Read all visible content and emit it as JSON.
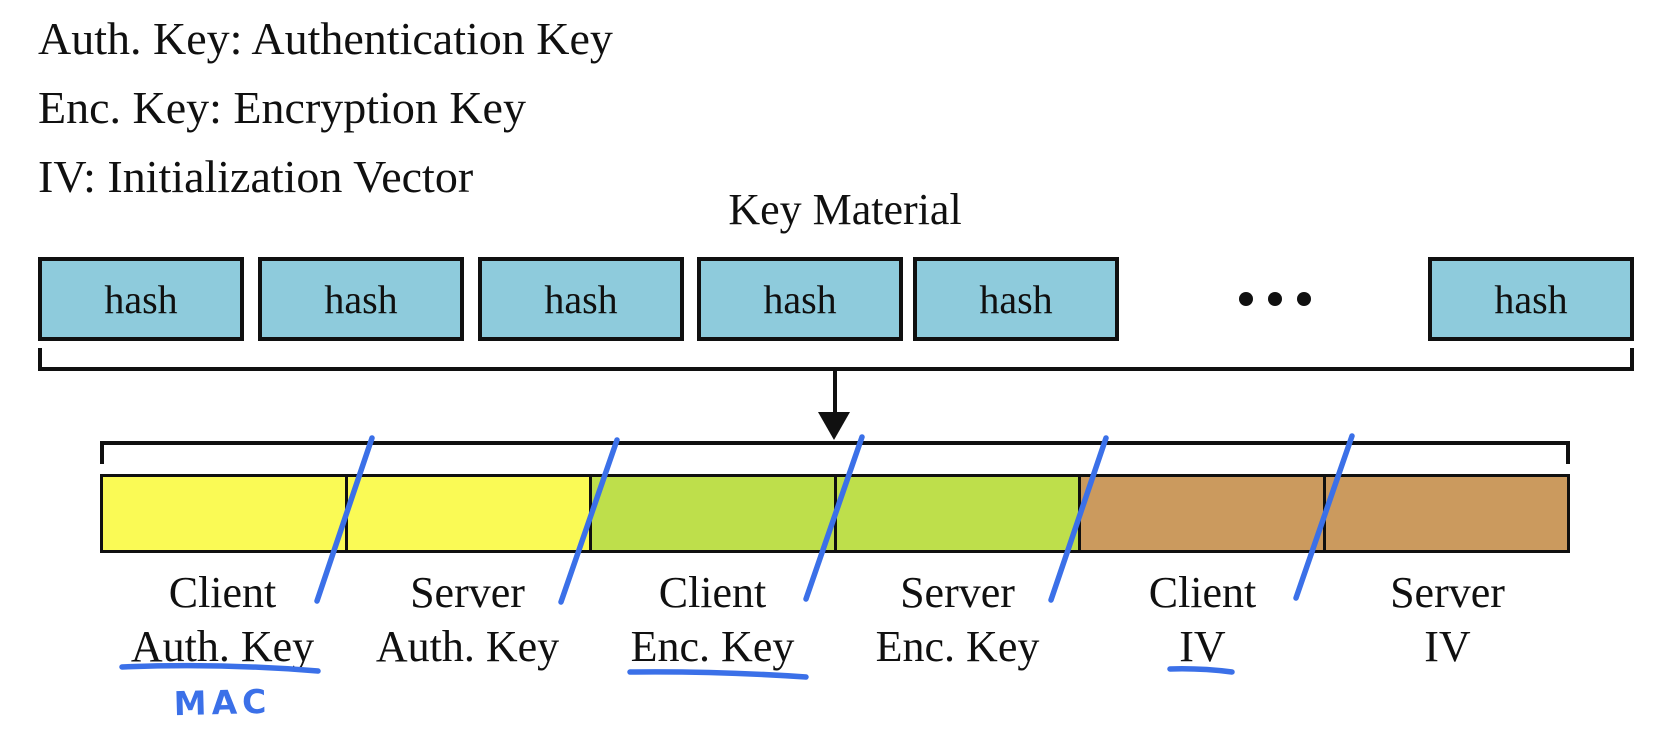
{
  "colors": {
    "background": "#FFFFFF",
    "ink": "#101010",
    "hash_box_fill": "#8ECBDC",
    "auth_key_yellow": "#FAFA55",
    "enc_key_green": "#BEDF4B",
    "iv_tan": "#CB9A5E",
    "annotation_blue": "#3B70E8"
  },
  "legend": {
    "lines": [
      "Auth. Key: Authentication Key",
      "Enc. Key: Encryption Key",
      "IV: Initialization Vector"
    ]
  },
  "diagram": {
    "key_material_label": "Key Material",
    "hash_row": {
      "boxes": [
        "hash",
        "hash",
        "hash",
        "hash",
        "hash",
        "hash"
      ],
      "ellipsis": "•••"
    },
    "key_bar": {
      "segments": [
        {
          "line1": "Client",
          "line2": "Auth. Key",
          "fill": "#FAFA55",
          "underlined_in_blue": true
        },
        {
          "line1": "Server",
          "line2": "Auth. Key",
          "fill": "#FAFA55",
          "underlined_in_blue": false
        },
        {
          "line1": "Client",
          "line2": "Enc. Key",
          "fill": "#BEDF4B",
          "underlined_in_blue": true
        },
        {
          "line1": "Server",
          "line2": "Enc. Key",
          "fill": "#BEDF4B",
          "underlined_in_blue": false
        },
        {
          "line1": "Client",
          "line2": "IV",
          "fill": "#CB9A5E",
          "underlined_in_blue": true
        },
        {
          "line1": "Server",
          "line2": "IV",
          "fill": "#CB9A5E",
          "underlined_in_blue": false
        }
      ]
    },
    "annotations": {
      "mac_label": "MAC"
    }
  }
}
